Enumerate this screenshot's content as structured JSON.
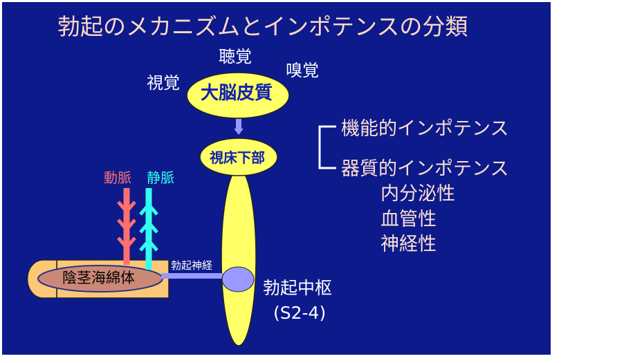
{
  "title": "勃起のメカニズムとインポテンスの分類",
  "senses": {
    "hearing": "聴覚",
    "sight": "視覚",
    "smell": "嗅覚"
  },
  "brain": "大脳皮質",
  "hypothalamus": "視床下部",
  "vessels": {
    "artery": "動脈",
    "vein": "静脈"
  },
  "corpus": "陰茎海綿体",
  "nerve": "勃起神経",
  "center": {
    "label": "勃起中枢",
    "code": "(S2-4)"
  },
  "classification": {
    "functional": "機能的インポテンス",
    "organic": "器質的インポテンス",
    "organic_types": [
      "内分泌性",
      "血管性",
      "神経性"
    ]
  },
  "colors": {
    "background": "#0c1a8c",
    "yellow": "#ffff66",
    "artery": "#ff6f6f",
    "vein": "#33ffee"
  }
}
